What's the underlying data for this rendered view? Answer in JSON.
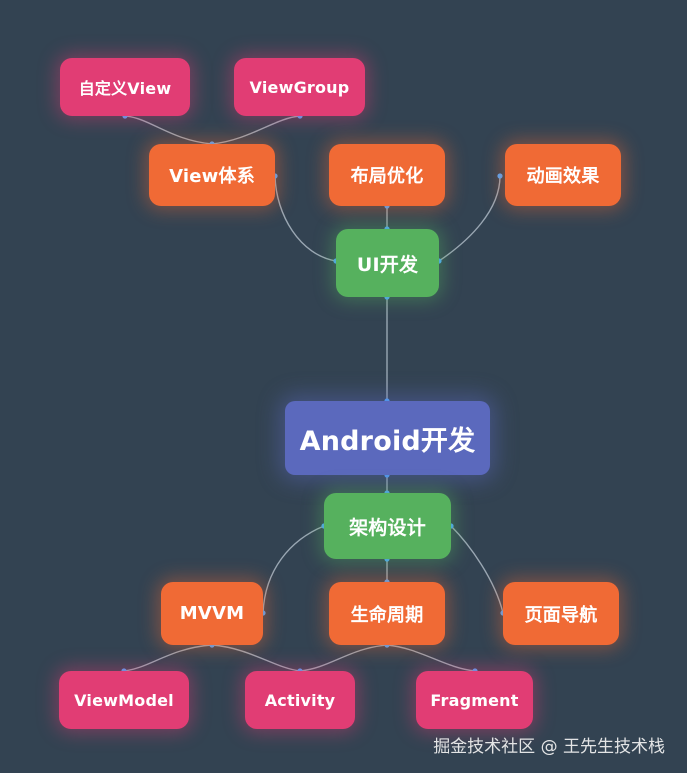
{
  "nodes": {
    "root": "Android开发",
    "ui_dev": "UI开发",
    "arch_design": "架构设计",
    "view_system": "View体系",
    "layout_opt": "布局优化",
    "animation": "动画效果",
    "custom_view": "自定义View",
    "viewgroup": "ViewGroup",
    "mvvm": "MVVM",
    "lifecycle": "生命周期",
    "page_nav": "页面导航",
    "viewmodel": "ViewModel",
    "activity": "Activity",
    "fragment": "Fragment"
  },
  "colors": {
    "background": "#334352",
    "root": "#5b69bd",
    "level1": "#56b15e",
    "level2": "#f06a35",
    "level3": "#e13d74",
    "connector": "#9aa7b3",
    "anchor_dot": "#4fa8ff"
  },
  "watermark": "掘金技术社区 @ 王先生技术栈"
}
